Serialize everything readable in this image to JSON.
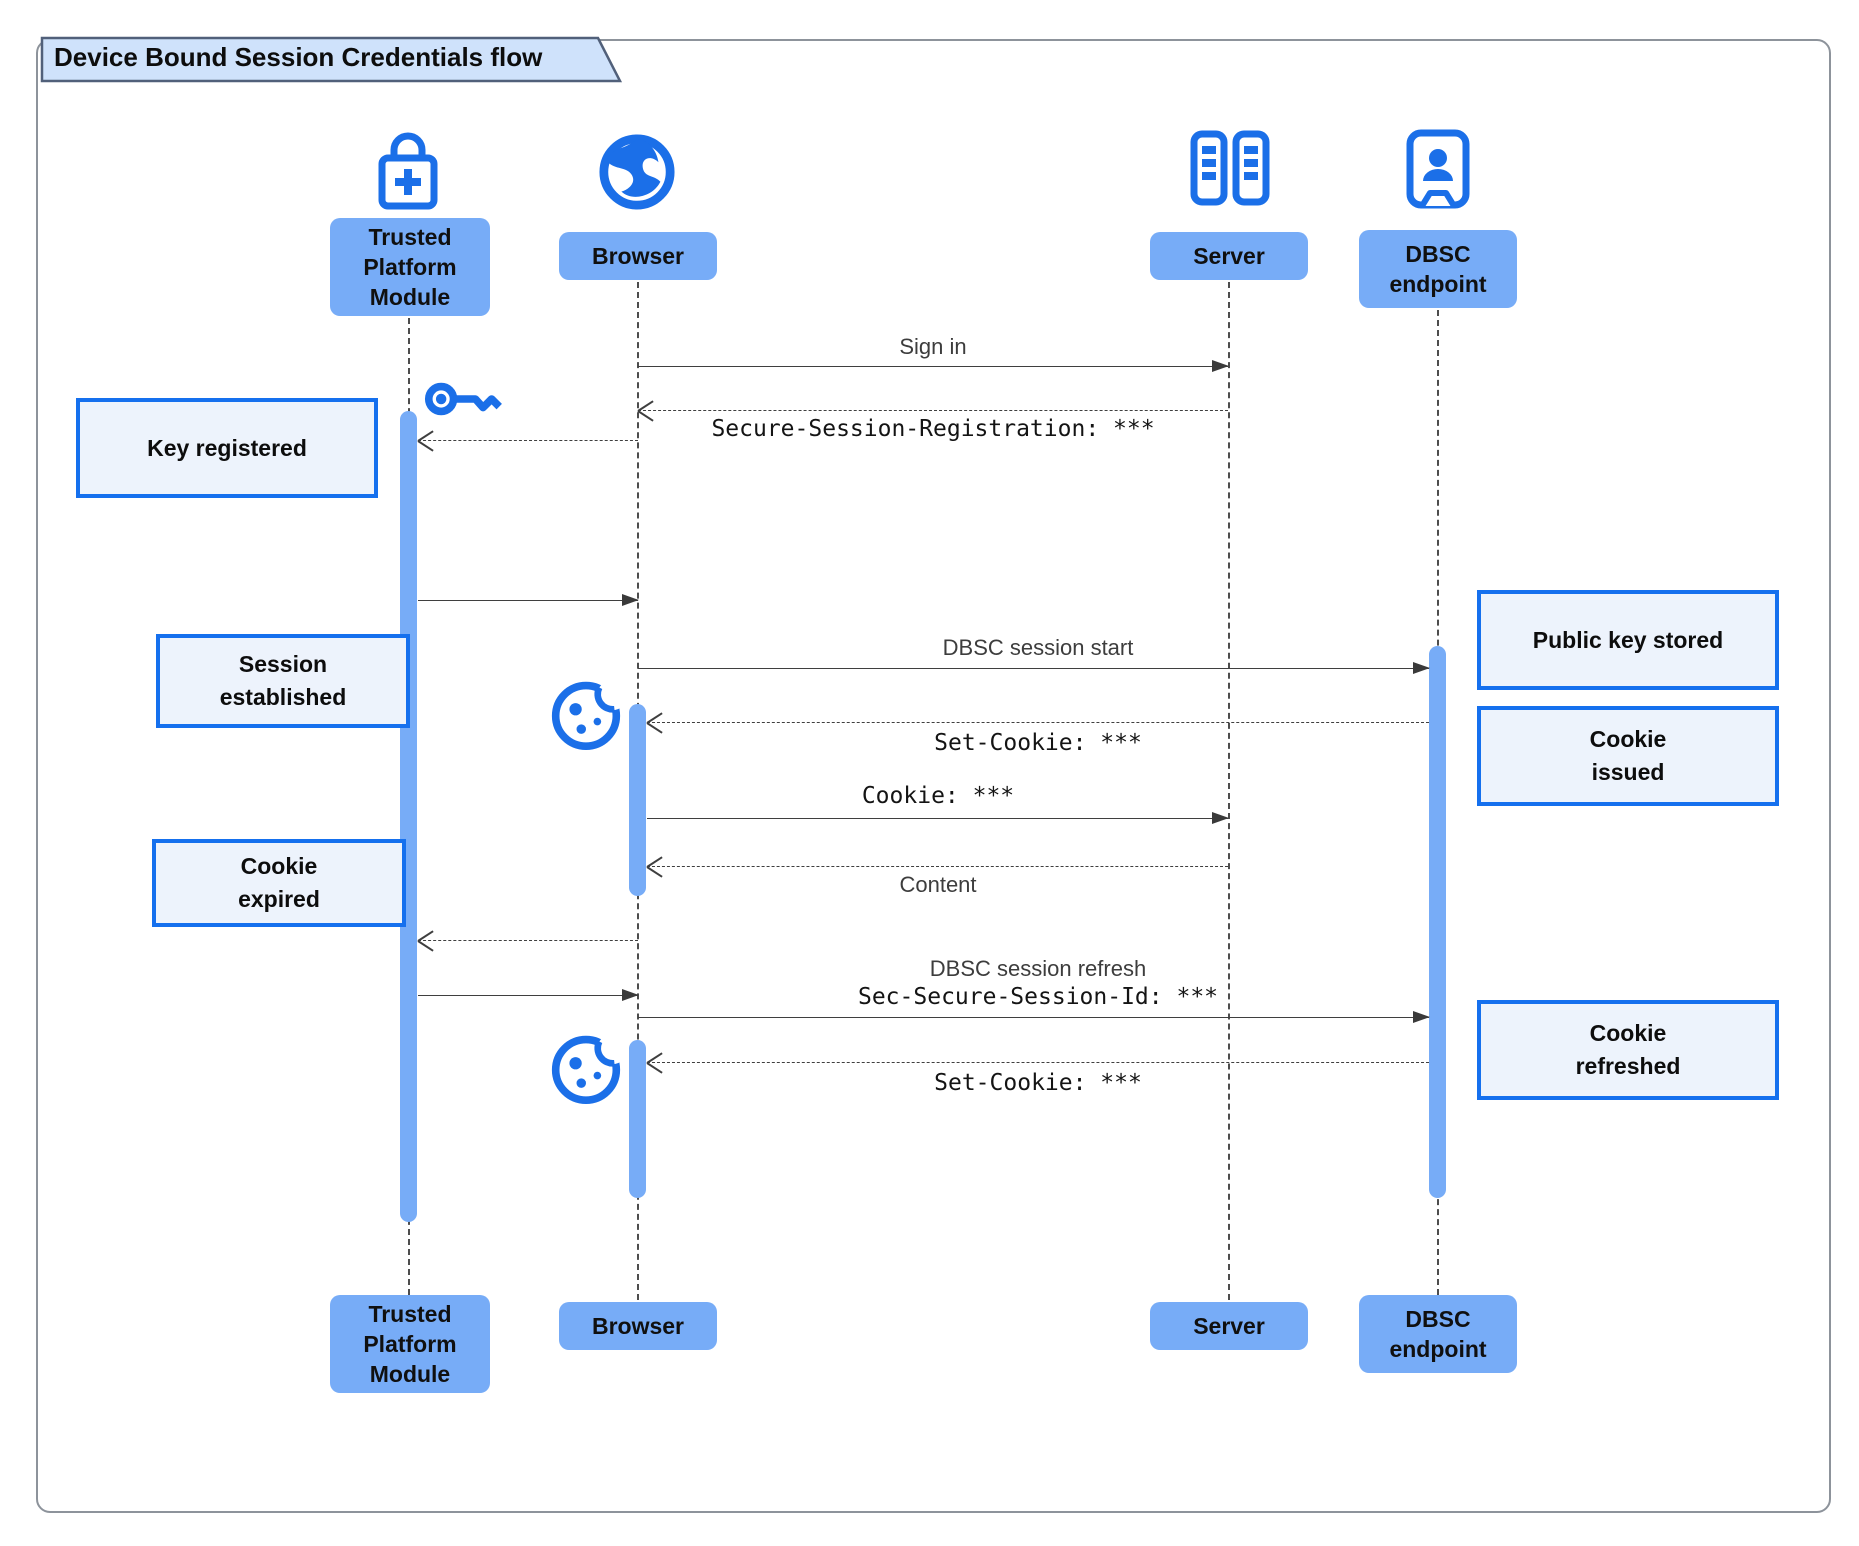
{
  "title": "Device Bound Session Credentials flow",
  "participants": {
    "tpm": {
      "label": "Trusted\nPlatform\nModule",
      "icon": "lock-plus"
    },
    "browser": {
      "label": "Browser",
      "icon": "globe"
    },
    "server": {
      "label": "Server",
      "icon": "server-rack"
    },
    "dbsc": {
      "label": "DBSC\nendpoint",
      "icon": "id-badge"
    }
  },
  "messages": {
    "sign_in": "Sign in",
    "secure_session_registration": "Secure-Session-Registration: ***",
    "dbsc_session_start": "DBSC session start",
    "set_cookie_1": "Set-Cookie: ***",
    "cookie": "Cookie: ***",
    "content": "Content",
    "dbsc_session_refresh": "DBSC session refresh",
    "sec_secure_session_id": "Sec-Secure-Session-Id: ***",
    "set_cookie_2": "Set-Cookie: ***"
  },
  "notes": {
    "key_registered": "Key registered",
    "session_established": "Session\nestablished",
    "cookie_expired": "Cookie\nexpired",
    "public_key_stored": "Public key stored",
    "cookie_issued": "Cookie\nissued",
    "cookie_refreshed": "Cookie\nrefreshed"
  },
  "colors": {
    "icon_blue": "#1b6fe8",
    "participant_fill": "#77acf7",
    "note_fill": "#edf3fc",
    "note_border": "#1570ee",
    "title_fill": "#cfe2fb",
    "arrow": "#3f3f3f"
  }
}
